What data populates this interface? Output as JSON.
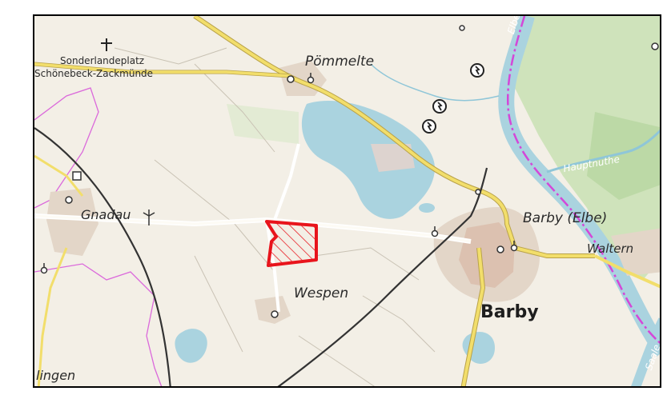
{
  "map": {
    "labels": {
      "airfield_line1": "Sonderlandeplatz",
      "airfield_line2": "Schönebeck-Zackmünde",
      "poemmelte": "Pömmelte",
      "gnadau": "Gnadau",
      "wespen": "Wespen",
      "barby_elbe": "Barby (Elbe)",
      "walternienburg_partial": "Waltern",
      "barby": "Barby",
      "elbe_river": "Elbe",
      "hauptnuthe": "Hauptnuthe",
      "saale_partial": "Saale",
      "lingen_partial": "lingen"
    },
    "colors": {
      "land": "#f3efe6",
      "water": "#aad3df",
      "forest": "#cfe3bb",
      "road_major": "#f2de6b",
      "settlement": "#e3d6c8",
      "boundary": "#d447d8",
      "railway": "#333333",
      "highlight": "#e8141c"
    },
    "icons": [
      "airfield-icon",
      "wind-turbine-icon",
      "power-plant-icon",
      "church-icon",
      "railway-station-icon"
    ]
  }
}
